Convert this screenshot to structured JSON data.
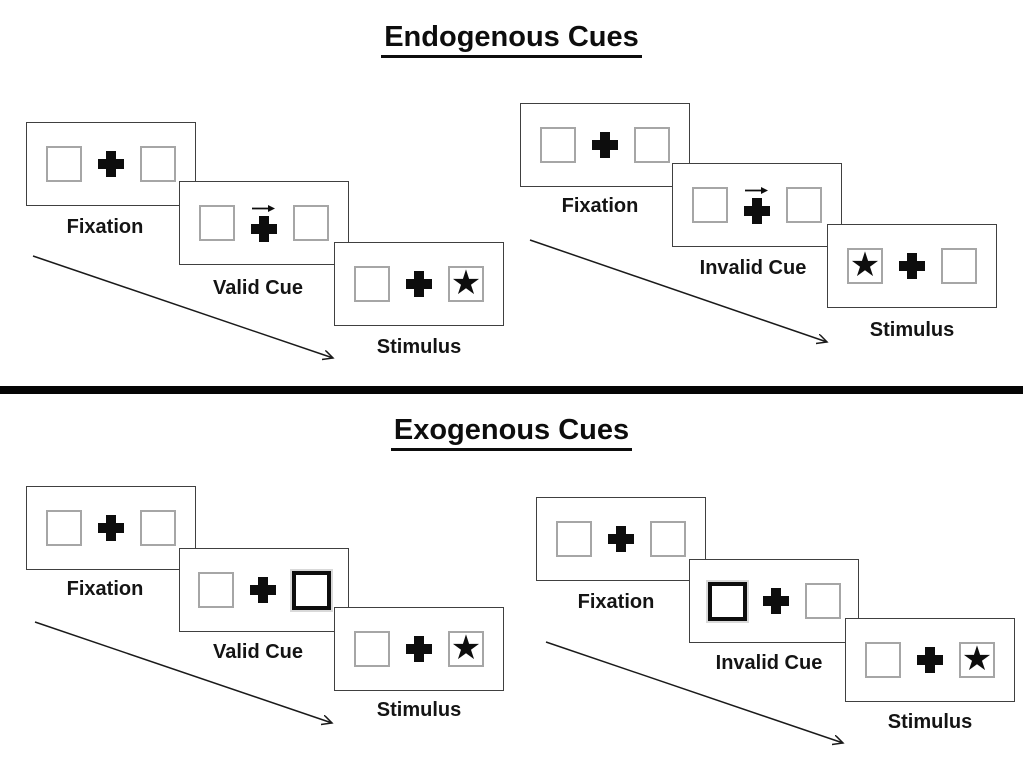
{
  "glyphs": {
    "star": "★"
  },
  "colors": {
    "background": "#ffffff",
    "ink": "#0d0d0d",
    "panel_border": "#404040",
    "box_border": "#a6a6a6",
    "divider": "#050505"
  },
  "sections": [
    {
      "title": "Endogenous Cues",
      "sequences": [
        {
          "condition": "valid",
          "panels": [
            {
              "label": "Fixation",
              "left_box": "empty",
              "center": "cross",
              "right_box": "empty"
            },
            {
              "label": "Valid Cue",
              "left_box": "empty",
              "center": "cross-with-arrow-pointing-right",
              "right_box": "empty"
            },
            {
              "label": "Stimulus",
              "left_box": "empty",
              "center": "cross",
              "right_box": "star"
            }
          ]
        },
        {
          "condition": "invalid",
          "panels": [
            {
              "label": "Fixation",
              "left_box": "empty",
              "center": "cross",
              "right_box": "empty"
            },
            {
              "label": "Invalid Cue",
              "left_box": "empty",
              "center": "cross-with-arrow-pointing-right",
              "right_box": "empty"
            },
            {
              "label": "Stimulus",
              "left_box": "star",
              "center": "cross",
              "right_box": "empty"
            }
          ]
        }
      ]
    },
    {
      "title": "Exogenous Cues",
      "sequences": [
        {
          "condition": "valid",
          "panels": [
            {
              "label": "Fixation",
              "left_box": "empty",
              "center": "cross",
              "right_box": "empty"
            },
            {
              "label": "Valid Cue",
              "left_box": "empty",
              "center": "cross",
              "right_box": "highlighted-thick-border"
            },
            {
              "label": "Stimulus",
              "left_box": "empty",
              "center": "cross",
              "right_box": "star"
            }
          ]
        },
        {
          "condition": "invalid",
          "panels": [
            {
              "label": "Fixation",
              "left_box": "empty",
              "center": "cross",
              "right_box": "empty"
            },
            {
              "label": "Invalid Cue",
              "left_box": "highlighted-thick-border",
              "center": "cross",
              "right_box": "empty"
            },
            {
              "label": "Stimulus",
              "left_box": "empty",
              "center": "cross",
              "right_box": "star"
            }
          ]
        }
      ]
    }
  ]
}
